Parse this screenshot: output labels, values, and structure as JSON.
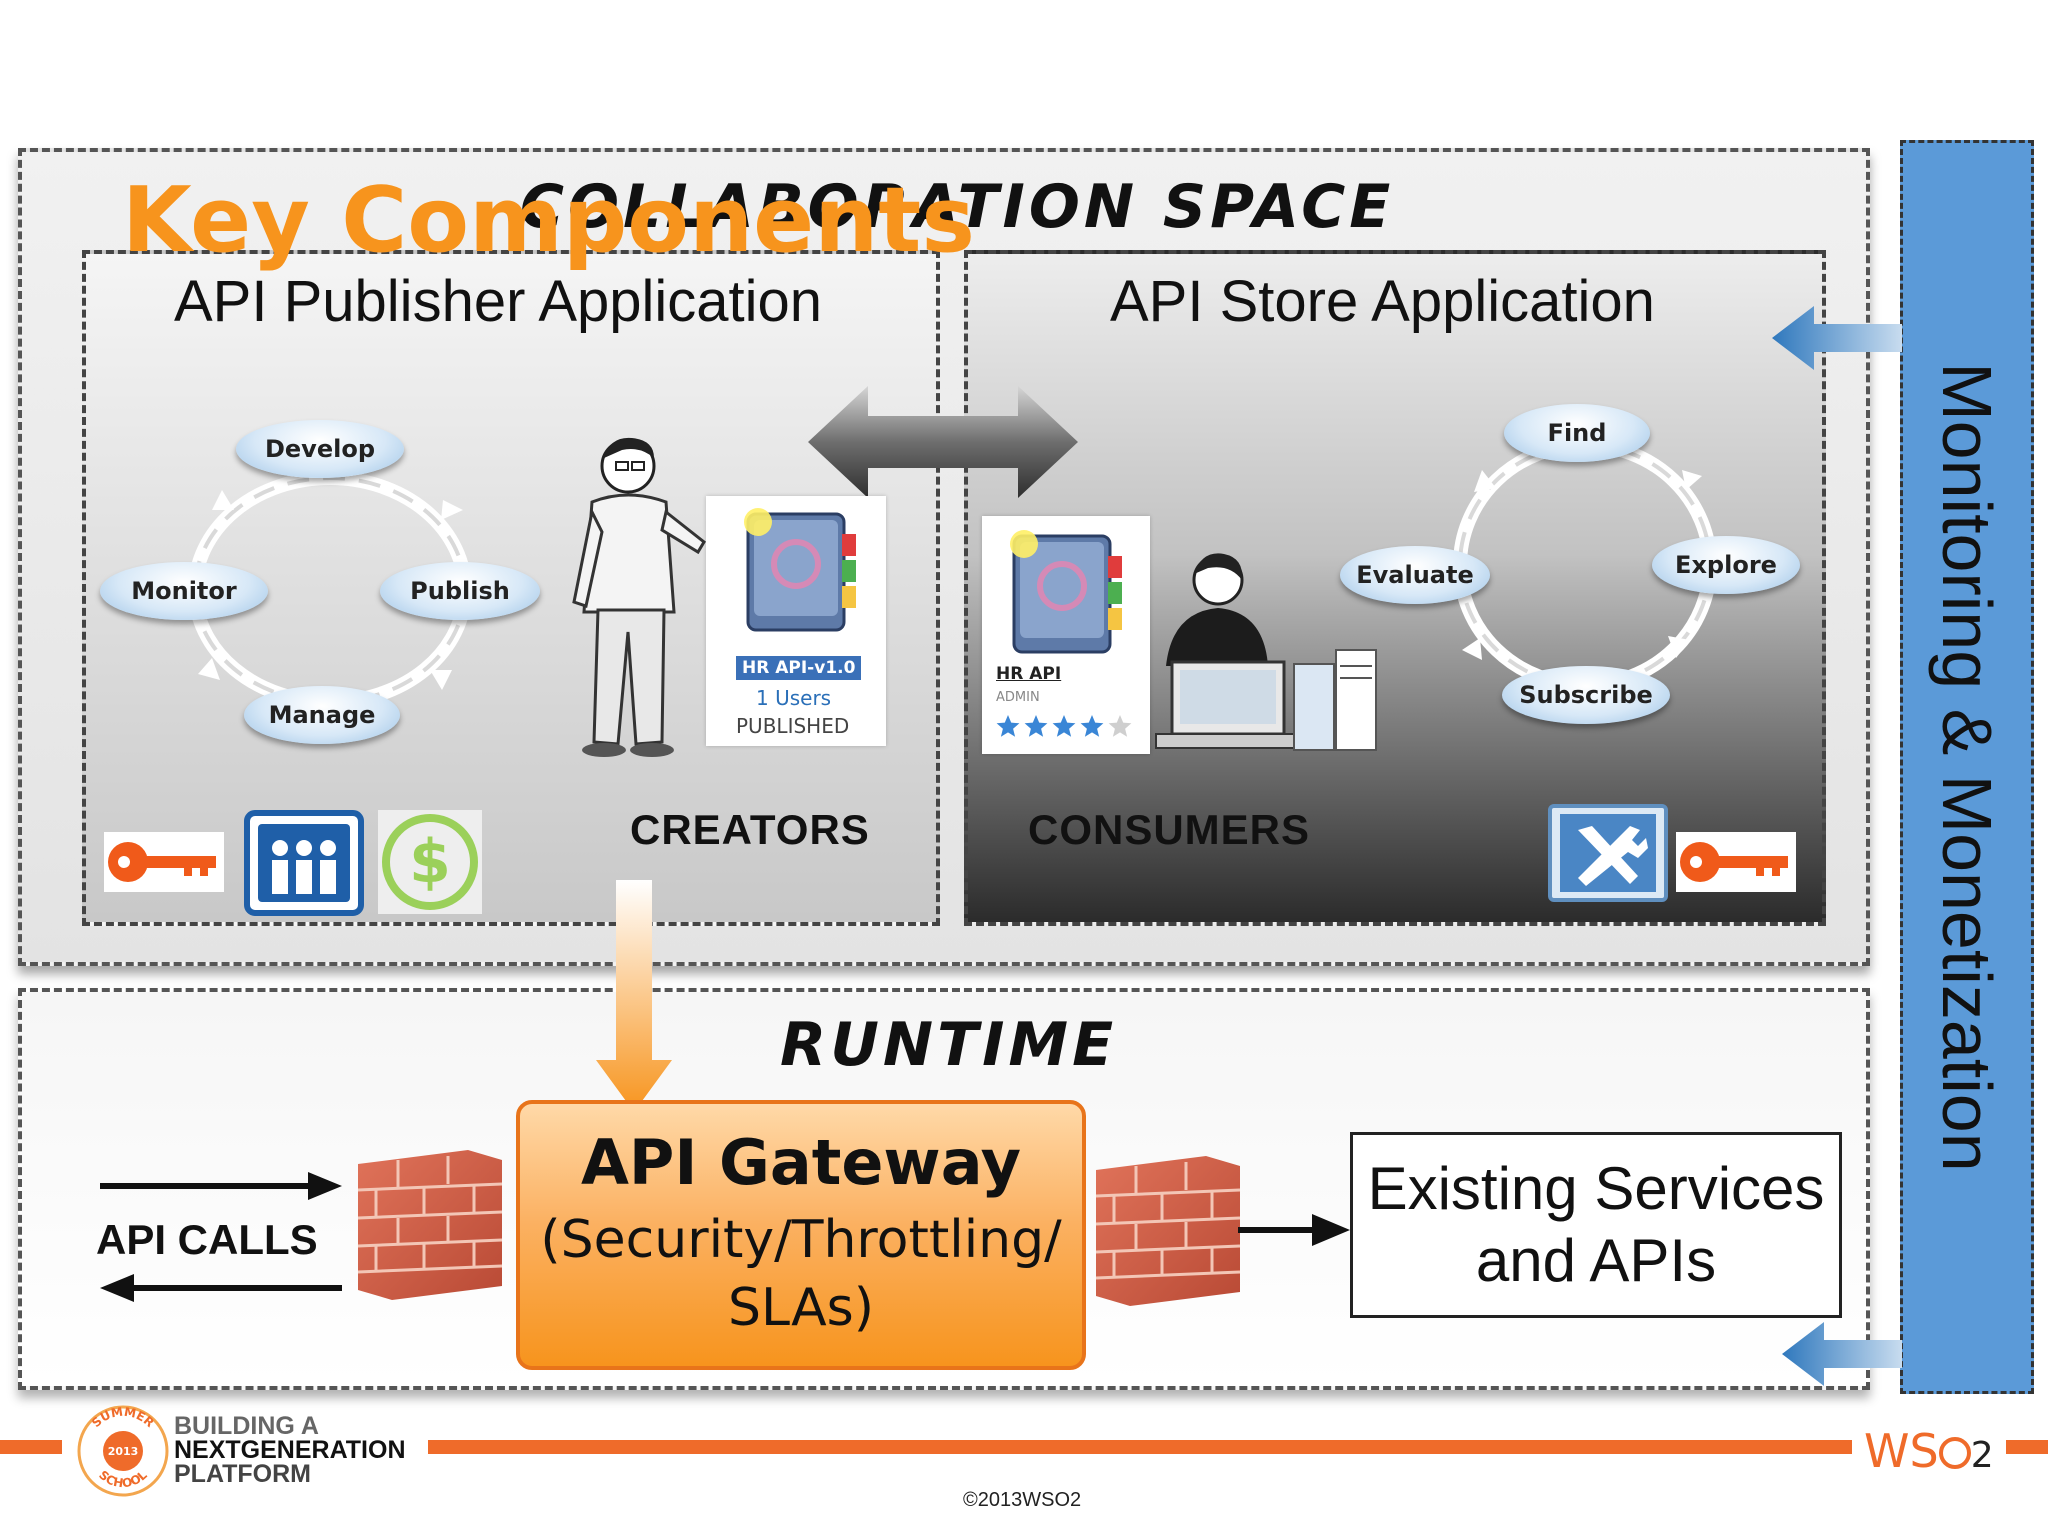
{
  "slide": {
    "title": "Key Components"
  },
  "collaboration_space": {
    "label": "COLLABORATION SPACE",
    "publisher": {
      "title": "API Publisher Application",
      "cycle": [
        "Develop",
        "Publish",
        "Manage",
        "Monitor"
      ],
      "role": "CREATORS",
      "api_card": {
        "name": "HR API-v1.0",
        "users": "1 Users",
        "status": "PUBLISHED"
      },
      "icons": [
        "key-icon",
        "users-icon",
        "dollar-icon"
      ]
    },
    "store": {
      "title": "API Store Application",
      "cycle": [
        "Find",
        "Explore",
        "Subscribe",
        "Evaluate"
      ],
      "role": "CONSUMERS",
      "api_card": {
        "name": "HR API",
        "owner": "ADMIN",
        "rating": 4,
        "rating_max": 5
      },
      "icons": [
        "tools-icon",
        "key-icon"
      ]
    }
  },
  "runtime": {
    "label": "RUNTIME",
    "api_calls": "API CALLS",
    "gateway": {
      "title": "API Gateway",
      "subtitle_line1": "(Security/Throttling/",
      "subtitle_line2": "SLAs)"
    },
    "existing": {
      "line1": "Existing Services",
      "line2": "and APIs"
    }
  },
  "monitoring": {
    "label": "Monitoring & Monetization"
  },
  "footer": {
    "brand_line1": "BUILDING A",
    "brand_line2": "NEXTGENERATION",
    "brand_line3": "PLATFORM",
    "badge_top": "SUMMER",
    "badge_year": "2013",
    "badge_bottom": "SCHOOL",
    "copyright": "©2013WSO2",
    "logo_main": "WS",
    "logo_sub": "2"
  },
  "colors": {
    "accent_orange": "#f7941d",
    "footer_orange": "#ef6b2a",
    "monitoring_blue": "#5b9ad8",
    "bubble_blue": "#9cc3e6"
  }
}
